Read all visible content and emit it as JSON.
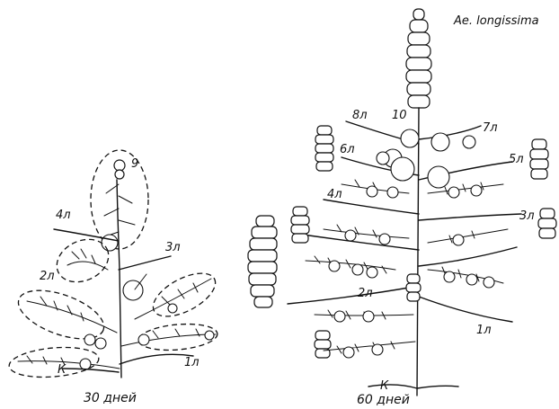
{
  "title": "Ae. longissima",
  "captions": {
    "left": "30 дней",
    "right": "60 дней"
  },
  "left_plant_labels": {
    "l9": "9",
    "l4": "4л",
    "l3": "3л",
    "l2": "2л",
    "l1": "1л",
    "k": "К"
  },
  "right_plant_labels": {
    "l8": "8л",
    "l10": "10",
    "l7": "7л",
    "l6": "6л",
    "l5": "5л",
    "l4": "4л",
    "l3": "3л",
    "l2": "2л",
    "l1": "1л",
    "k": "К"
  }
}
